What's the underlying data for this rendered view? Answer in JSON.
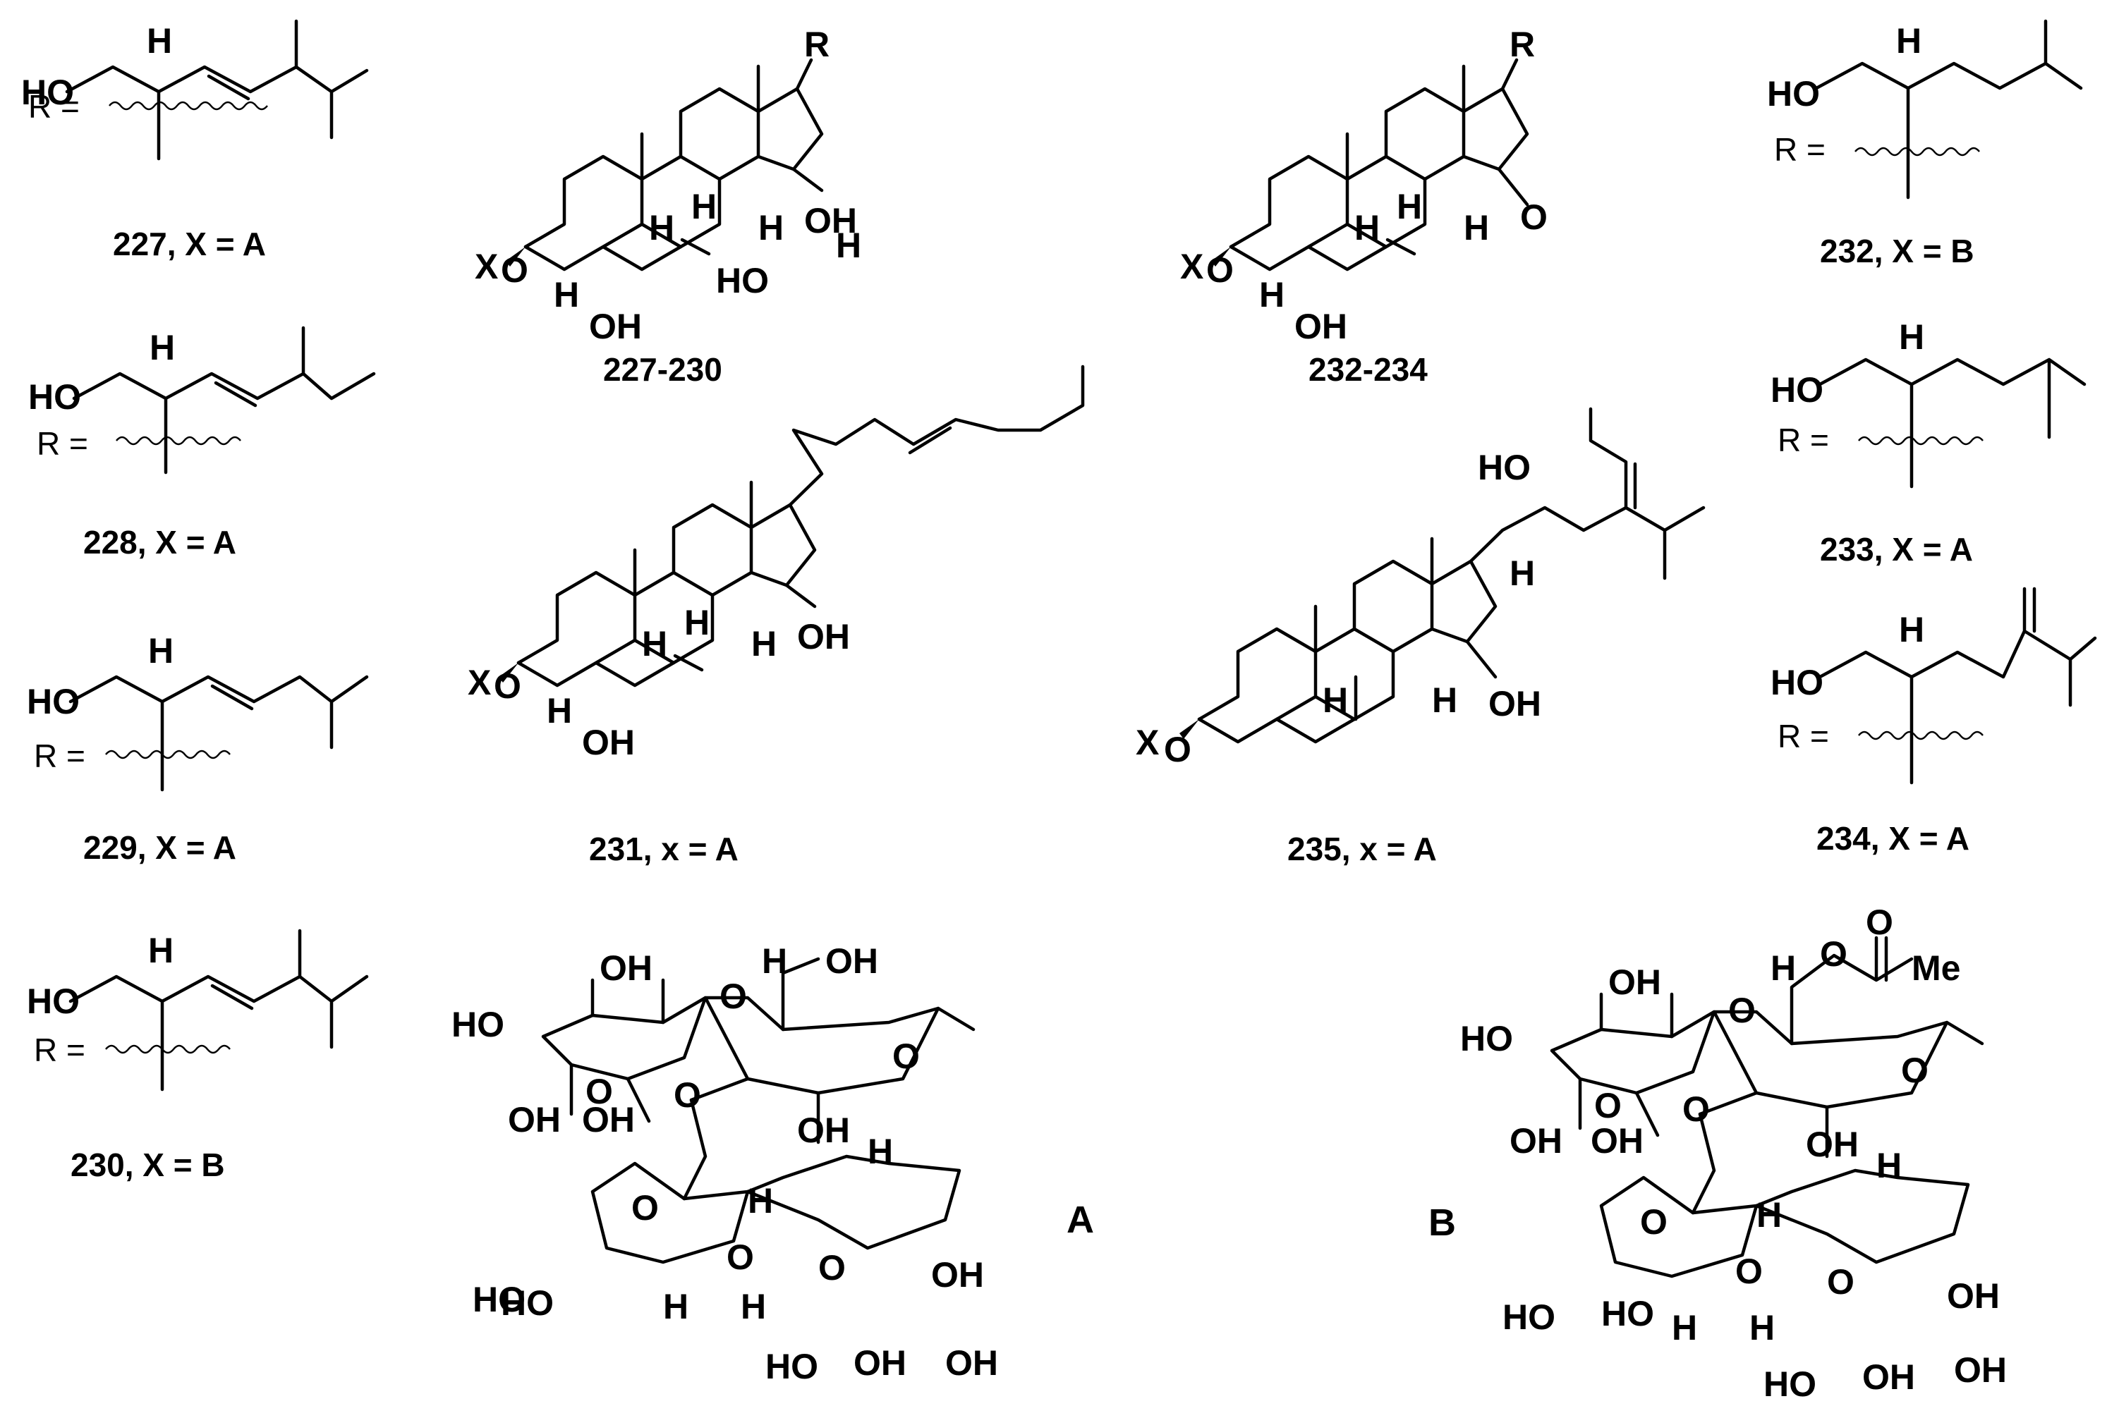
{
  "atoms": {
    "HO": "HO",
    "OH": "OH",
    "H": "H",
    "O": "O",
    "R": "R",
    "R_eq": "R =",
    "X": "X",
    "Me": "Me"
  },
  "captions": {
    "c227": "227, X = A",
    "c228": "228, X = A",
    "c229": "229, X = A",
    "c230": "230, X = B",
    "c227_230": "227-230",
    "c232_234": "232-234",
    "c231": "231, x = A",
    "c235": "235, x = A",
    "c232": "232, X = B",
    "c233": "233, X = A",
    "c234": "234, X = A"
  },
  "sugar_labels": {
    "A": "A",
    "B": "B"
  }
}
